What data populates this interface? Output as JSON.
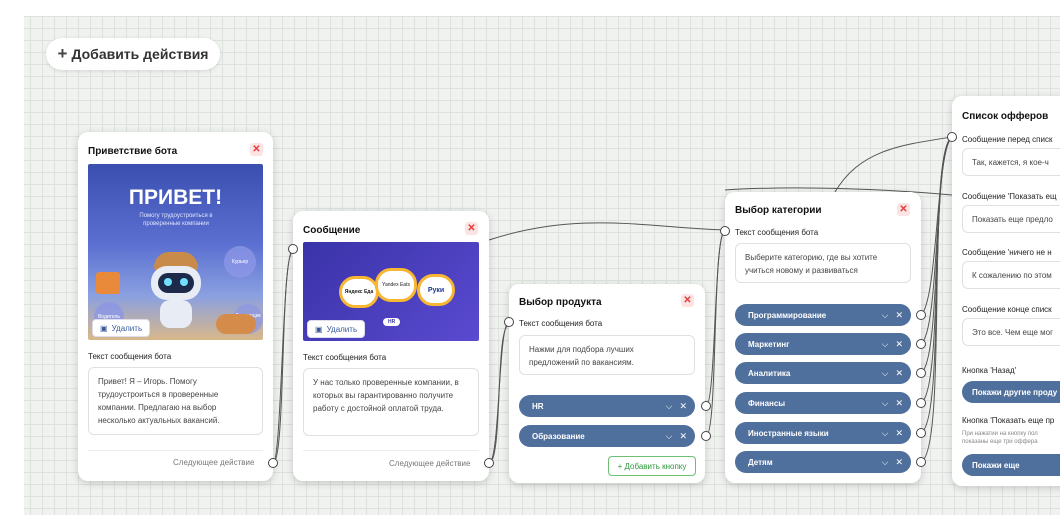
{
  "toolbar": {
    "add_actions_label": "Добавить действия"
  },
  "greeting": {
    "title": "Приветствие бота",
    "image": {
      "headline": "ПРИВЕТ!",
      "subline": "Помогу трудоустроиться в проверенные компании",
      "bubble_1": "Курьер",
      "bubble_2": "Водитель",
      "bubble_3": "Доставщик еды"
    },
    "delete_label": "Удалить",
    "text_label": "Текст сообщения бота",
    "text": "Привет! Я – Игорь. Помогу трудоустроиться в проверенные компании. Предлагаю на выбор несколько актуальных вакансий.",
    "next_label": "Следующее действие"
  },
  "message": {
    "title": "Сообщение",
    "image": {
      "logo_1": "Яндекс Еда",
      "logo_2": "Yandex Eats",
      "logo_3": "Руки",
      "badge": "HR"
    },
    "delete_label": "Удалить",
    "text_label": "Текст сообщения бота",
    "text": "У нас только проверенные компании, в которых вы гарантированно получите работу с достойной оплатой труда.",
    "next_label": "Следующее действие"
  },
  "product": {
    "title": "Выбор продукта",
    "text_label": "Текст сообщения бота",
    "text": "Нажми для подбора лучших предложений по вакансиям.",
    "buttons": [
      {
        "label": "HR"
      },
      {
        "label": "Образование"
      }
    ],
    "add_button_label": "+ Добавить кнопку"
  },
  "category": {
    "title": "Выбор категории",
    "text_label": "Текст сообщения бота",
    "text": "Выберите категорию, где вы хотите учиться новому и развиваться",
    "buttons": [
      {
        "label": "Программирование"
      },
      {
        "label": "Маркетинг"
      },
      {
        "label": "Аналитика"
      },
      {
        "label": "Финансы"
      },
      {
        "label": "Иностранные языки"
      },
      {
        "label": "Детям"
      }
    ]
  },
  "offers": {
    "title": "Список офферов",
    "label_before": "Сообщение перед списк",
    "text_before": "Так, кажется, я кое-ч",
    "label_more": "Сообщение 'Показать ещ",
    "text_more": "Показать еще предло",
    "label_none": "Сообщение 'ничего не н",
    "text_none": "К сожалению по этом",
    "label_end": "Сообщение конце списк",
    "text_end": "Это все. Чем еще мог",
    "label_back": "Кнопка 'Назад'",
    "back_button": "Покажи другие проду",
    "label_show_more": "Кнопка 'Показать еще пр",
    "hint": "При нажатии на кнопку пол показаны еще три оффера",
    "show_more_button": "Покажи еще"
  },
  "icons": {
    "close": "close-icon",
    "image": "image-icon",
    "chevron": "chevron-down-icon",
    "remove": "x-icon",
    "plus": "plus-icon"
  }
}
